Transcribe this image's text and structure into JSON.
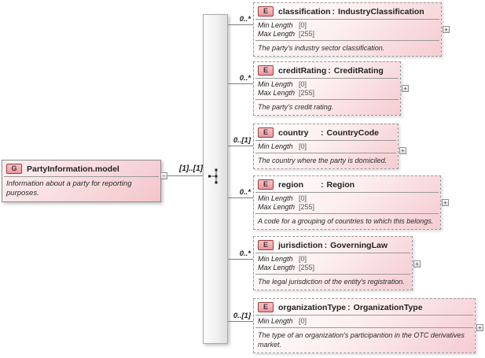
{
  "diagram": {
    "group": {
      "icon": "G",
      "title": "PartyInformation.model",
      "description": "Information about a party for reporting purposes.",
      "cardinality": "[1]..[1]"
    },
    "compositor": "sequence",
    "icons": {
      "expand": "+",
      "collapse": "−"
    },
    "elements": [
      {
        "icon": "E",
        "name": "classification",
        "sep": ":",
        "type": "IndustryClassification",
        "cardinality": "0..*",
        "facets": [
          {
            "label": "Min Length",
            "value": "[0]"
          },
          {
            "label": "Max Length",
            "value": "[255]"
          }
        ],
        "description": "The party's industry sector classification."
      },
      {
        "icon": "E",
        "name": "creditRating",
        "sep": ":",
        "type": "CreditRating",
        "cardinality": "0..*",
        "facets": [
          {
            "label": "Min Length",
            "value": "[0]"
          },
          {
            "label": "Max Length",
            "value": "[255]"
          }
        ],
        "description": "The party's credit rating."
      },
      {
        "icon": "E",
        "name": "country",
        "sep": ":",
        "type": "CountryCode",
        "cardinality": "0..[1]",
        "facets": [
          {
            "label": "Min Length",
            "value": "[0]"
          }
        ],
        "description": "The country where the party is domiciled."
      },
      {
        "icon": "E",
        "name": "region",
        "sep": ":",
        "type": "Region",
        "cardinality": "0..*",
        "facets": [
          {
            "label": "Min Length",
            "value": "[0]"
          },
          {
            "label": "Max Length",
            "value": "[255]"
          }
        ],
        "description": "A code for a grouping of countries to which this belongs."
      },
      {
        "icon": "E",
        "name": "jurisdiction",
        "sep": ":",
        "type": "GoverningLaw",
        "cardinality": "0..*",
        "facets": [
          {
            "label": "Min Length",
            "value": "[0]"
          },
          {
            "label": "Max Length",
            "value": "[255]"
          }
        ],
        "description": "The legal jurisdiction of the entity's registration."
      },
      {
        "icon": "E",
        "name": "organizationType",
        "sep": ":",
        "type": "OrganizationType",
        "cardinality": "0..[1]",
        "facets": [
          {
            "label": "Min Length",
            "value": "[0]"
          }
        ],
        "description": "The type of an organization's participantion in the OTC derivatives market."
      }
    ]
  }
}
